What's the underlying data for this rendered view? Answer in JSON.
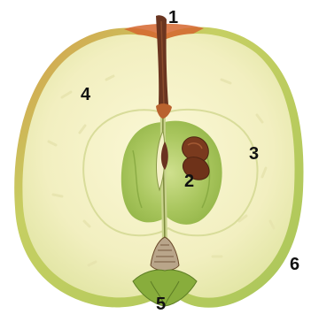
{
  "labels": {
    "n1": "1",
    "n2": "2",
    "n3": "3",
    "n4": "4",
    "n5": "5",
    "n6": "6"
  },
  "colors": {
    "skin_green": "#b9cf62",
    "skin_red": "#d1642d",
    "flesh": "#f3f1c4",
    "core": "#a8c65c",
    "stalk": "#6a3520",
    "seed": "#7a3a1e",
    "calyx": "#88ad3c"
  }
}
